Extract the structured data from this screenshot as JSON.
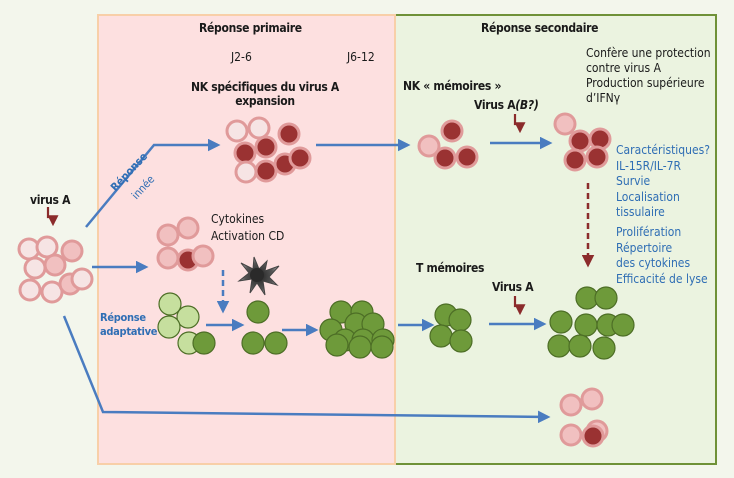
{
  "panels": {
    "primary": {
      "title": "Réponse primaire",
      "fill": "#fde0e0",
      "border": "#f8cfa8"
    },
    "secondary": {
      "title": "Réponse secondaire",
      "fill": "#ebf3e0",
      "border": "#6f9138"
    }
  },
  "timepoints": {
    "early": "J2-6",
    "late": "J6-12"
  },
  "labels": {
    "virus_a_left": "virus A",
    "innate_response_line1": "Réponse",
    "innate_response_line2": "innée",
    "nk_specific_line1": "NK spécifiques du virus A",
    "nk_specific_line2": "expansion",
    "cytokines_line1": "Cytokines",
    "cytokines_line2": "Activation CD",
    "adaptive_response_line1": "Réponse",
    "adaptive_response_line2": "adaptative",
    "nk_memory": "NK « mémoires »",
    "virus_a_b": "Virus A",
    "virus_a_b_italic": "(B?)",
    "t_memory": "T mémoires",
    "virus_a_t": "Virus A"
  },
  "protection_notes": [
    "Confère une protection",
    "contre virus A",
    "Production supérieure",
    "d’IFNγ"
  ],
  "characteristics": [
    "Caractéristiques?",
    "IL-15R/IL-7R",
    "Survie",
    "Localisation",
    "tissulaire"
  ],
  "functions": [
    "Prolifération",
    "Répertoire",
    "des cytokines",
    "Efficacité de lyse"
  ],
  "colors": {
    "background": "#f3f6ec",
    "arrow_blue": "#4a7cc0",
    "virus_arrow": "#8b2b2b",
    "nk_activated": "#9a3232",
    "nk_rim": "#e09a9a",
    "nk_resting": "#f1c0c0",
    "nk_pale": "#f6e4e4",
    "t_cell_dark": "#6e9a3a",
    "t_cell_light": "#c6df9e",
    "t_cell_border": "#4d6e26",
    "text_blue": "#2f6eb4"
  }
}
